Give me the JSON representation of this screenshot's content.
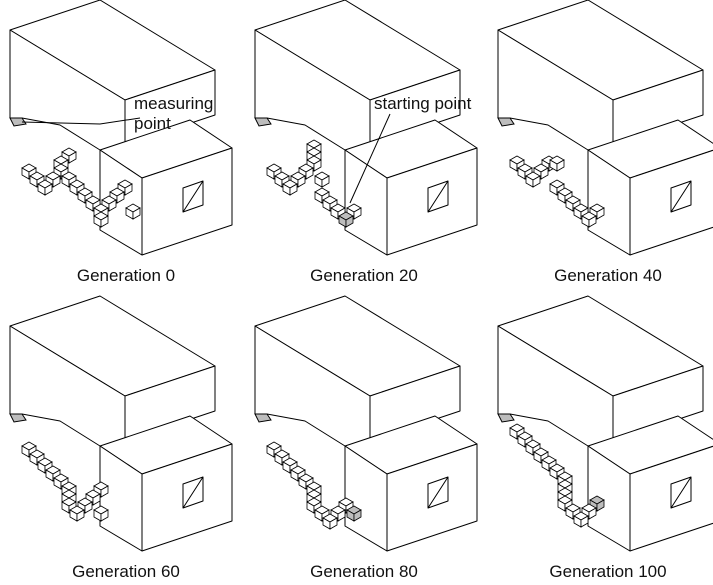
{
  "figure": {
    "panels": [
      {
        "caption": "Generation 0"
      },
      {
        "caption": "Generation 20"
      },
      {
        "caption": "Generation 40"
      },
      {
        "caption": "Generation 60"
      },
      {
        "caption": "Generation 80"
      },
      {
        "caption": "Generation 100"
      }
    ],
    "annotations": {
      "measuring_line1": "measuring",
      "measuring_line2": "point",
      "starting": "starting point"
    },
    "colors": {
      "stroke": "#000000",
      "shaded_cube": "#bdbdbd",
      "background": "#ffffff"
    }
  }
}
